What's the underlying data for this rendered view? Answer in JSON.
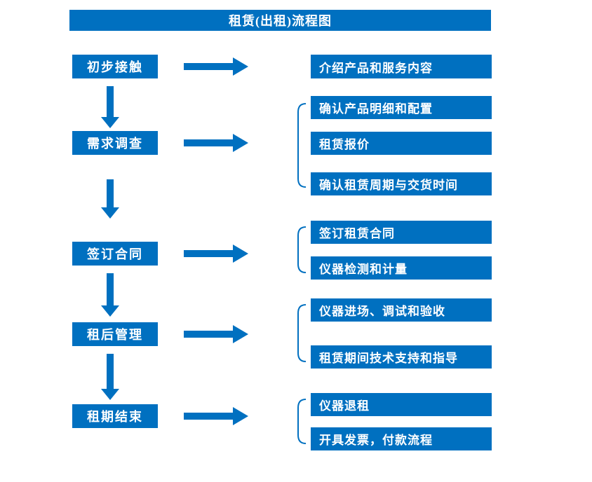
{
  "title": "租赁(出租)流程图",
  "colors": {
    "primary": "#0070C0",
    "box_text": "#ffffff",
    "background": "#ffffff"
  },
  "steps": [
    {
      "label": "初步接触",
      "details": [
        "介绍产品和服务内容"
      ]
    },
    {
      "label": "需求调查",
      "details": [
        "确认产品明细和配置",
        "租赁报价",
        "确认租赁周期与交货时间"
      ]
    },
    {
      "label": "签订合同",
      "details": [
        "签订租赁合同",
        "仪器检测和计量"
      ]
    },
    {
      "label": "租后管理",
      "details": [
        "仪器进场、调试和验收",
        "租赁期间技术支持和指导"
      ]
    },
    {
      "label": "租期结束",
      "details": [
        "仪器退租",
        "开具发票，付款流程"
      ]
    }
  ]
}
